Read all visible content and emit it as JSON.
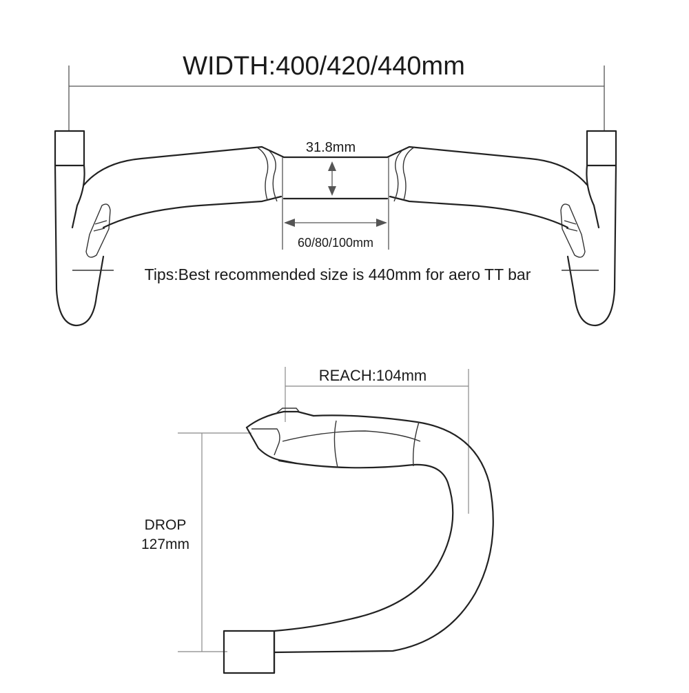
{
  "top_view": {
    "width_label": "WIDTH:400/420/440mm",
    "clamp_label": "31.8mm",
    "center_label": "60/80/100mm",
    "tips": "Tips:Best recommended size is 440mm for aero TT bar"
  },
  "side_view": {
    "reach_label": "REACH:104mm",
    "drop_label_line1": "DROP",
    "drop_label_line2": "127mm"
  }
}
